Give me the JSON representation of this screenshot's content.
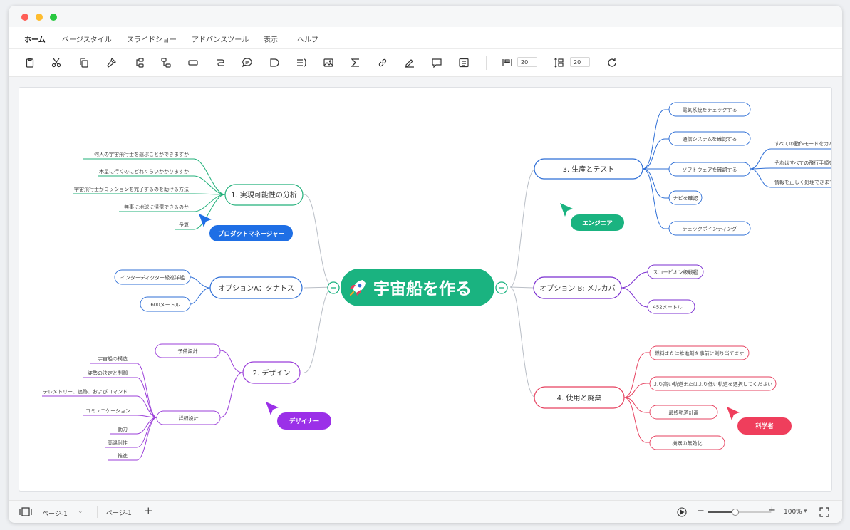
{
  "menu": [
    "ホーム",
    "ページスタイル",
    "スライドショー",
    "アドバンスツール",
    "表示",
    "ヘルプ"
  ],
  "toolbar": {
    "tools": [
      "clipboard-icon",
      "scissors-icon",
      "copy-icon",
      "format-painter-icon",
      "topic-icon",
      "subtopic-icon",
      "rectangle-icon",
      "connector-icon",
      "callout-icon",
      "boundary-icon",
      "summary-icon",
      "image-icon",
      "formula-icon",
      "link-icon",
      "pen-icon",
      "comment-icon",
      "note-icon"
    ],
    "spacing_h": "20",
    "spacing_v": "20"
  },
  "mindmap": {
    "central": "宇宙船を作る",
    "branches": {
      "feasibility": {
        "title": "1. 実現可能性の分析",
        "items": [
          "何人の宇宙飛行士を運ぶことができますか",
          "木星に行くのにどれくらいかかりますか",
          "宇宙飛行士がミッションを完了するのを助ける方法",
          "無事に地球に帰還できるのか",
          "予算"
        ]
      },
      "option_a": {
        "title": "オプションA：タナトス",
        "items": [
          "インターディクター級巡洋艦",
          "600メートル"
        ]
      },
      "design": {
        "title": "2. デザイン",
        "prelim": "予備設計",
        "detail": "詳細設計",
        "detail_items": [
          "宇宙船の構造",
          "姿勢の決定と制御",
          "テレメトリー、追跡、およびコマンド",
          "コミュニケーション",
          "動力",
          "高温耐性",
          "推進"
        ]
      },
      "production": {
        "title": "3. 生産とテスト",
        "items": [
          "電気系統をチェックする",
          "通信システムを確認する",
          "ソフトウェアを確認する",
          "ナビを確認",
          "チェックポインティング"
        ],
        "software_items": [
          "すべての動作モードをカバー",
          "それはすべての飛行手順を",
          "情報を正しく処理できます"
        ]
      },
      "option_b": {
        "title": "オプション B: メルカバ",
        "items": [
          "スコーピオン級戦艦",
          "452メートル"
        ]
      },
      "usage": {
        "title": "4. 使用と廃棄",
        "items": [
          "燃料または推進剤を事前に割り当てます",
          "より高い軌道またはより低い軌道を選択してください",
          "最終軌道計画",
          "機器の無効化"
        ]
      }
    },
    "roles": {
      "pm": "プロダクトマネージャー",
      "engineer": "エンジニア",
      "designer": "デザイナー",
      "scientist": "科学者"
    }
  },
  "colors": {
    "central": "#1ab380",
    "feasibility": "#22b07a",
    "option_a": "#2f6fd6",
    "design": "#9b3fd9",
    "production": "#2f6fd6",
    "option_b": "#7b2fd0",
    "usage": "#e6415f",
    "pm": "#1f6fe5",
    "engineer": "#1ab380",
    "designer": "#9b30e8",
    "scientist": "#ef3e5c"
  },
  "statusbar": {
    "page_selector": "ページ-1",
    "page_tab": "ページ-1",
    "zoom": "100%"
  }
}
